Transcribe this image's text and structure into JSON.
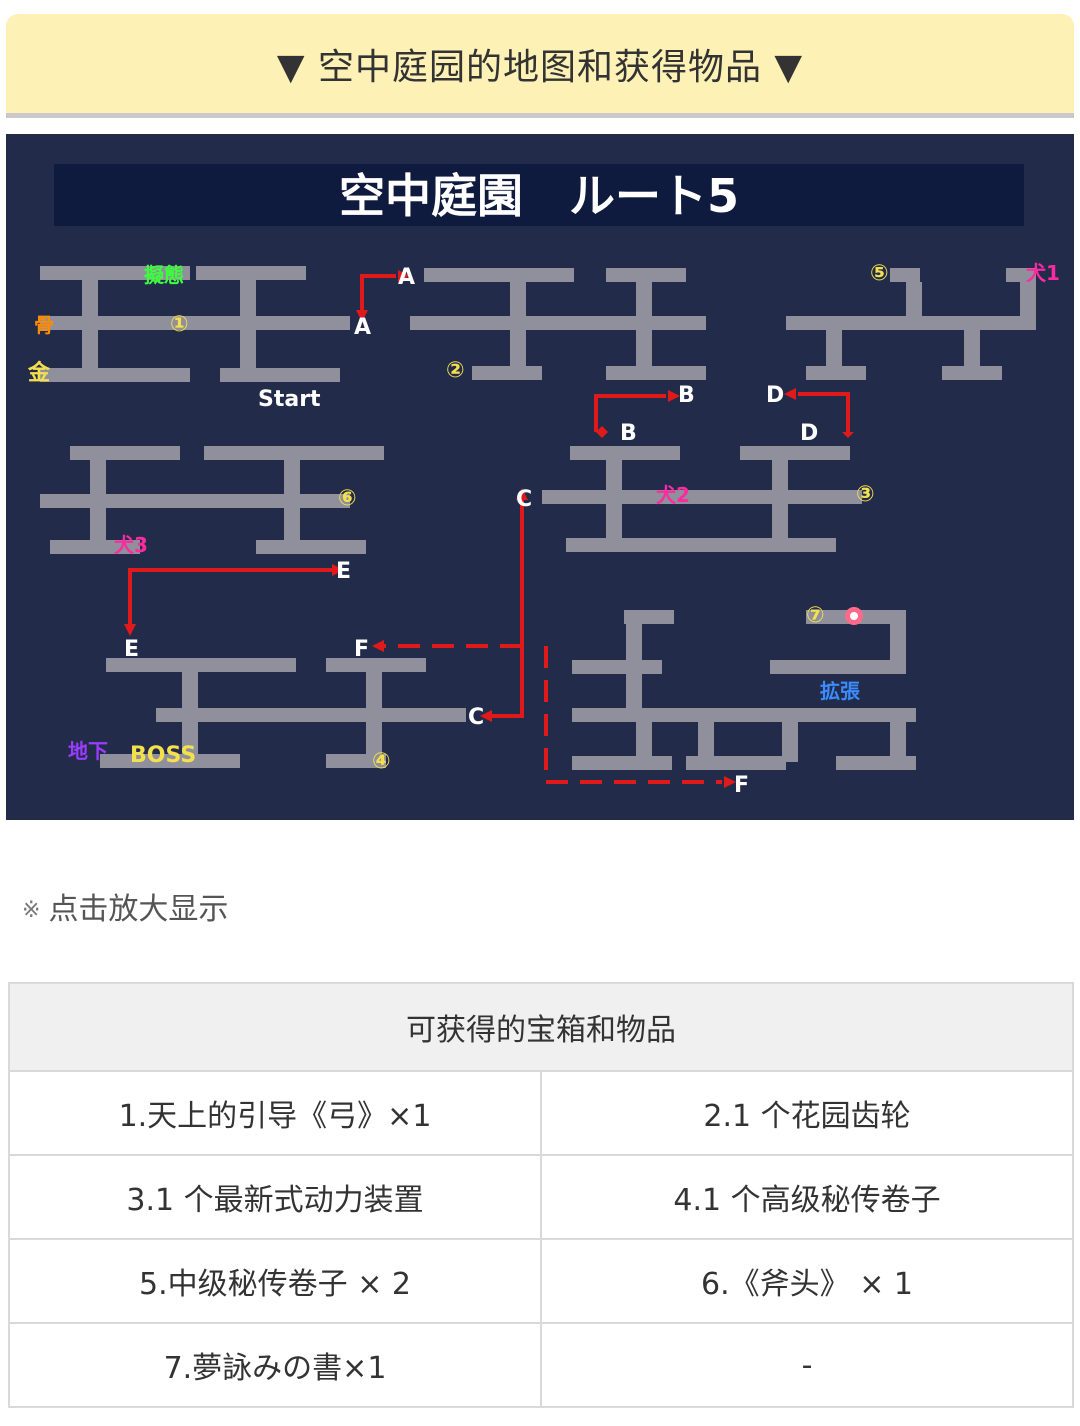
{
  "header": {
    "title": "▼ 空中庭园的地图和获得物品 ▼"
  },
  "map": {
    "title": "空中庭園　ルート5",
    "labels": {
      "start": "Start",
      "boss": "BOSS",
      "chika": "地下",
      "gitai": "擬態",
      "hone": "骨",
      "kin": "金",
      "kakuchou": "拡張",
      "inu1": "犬1",
      "inu2": "犬2",
      "inu3": "犬3",
      "n1": "①",
      "n2": "②",
      "n3": "③",
      "n4": "④",
      "n5": "⑤",
      "n6": "⑥",
      "n7": "⑦",
      "a": "A",
      "b": "B",
      "c": "C",
      "d": "D",
      "e": "E",
      "f": "F"
    },
    "colors": {
      "background": "#232b4b",
      "title_bar": "#0f1a3f",
      "path": "#8f909c",
      "arrow": "#e01a1a",
      "yellow": "#f4e04d",
      "magenta": "#ff2aa0",
      "green": "#3cff3c",
      "orange": "#ff8c00",
      "blue": "#3a8bff",
      "purple": "#9a3cff"
    }
  },
  "note": {
    "mark": "※",
    "text": "点击放大显示"
  },
  "table": {
    "header": "可获得的宝箱和物品",
    "rows": [
      [
        "1.天上的引导《弓》×1",
        "2.1 个花园齿轮"
      ],
      [
        "3.1 个最新式动力装置",
        "4.1 个高级秘传卷子"
      ],
      [
        "5.中级秘传卷子 × 2",
        "6.《斧头》 × 1"
      ],
      [
        "7.夢詠みの書×1",
        "-"
      ]
    ]
  }
}
